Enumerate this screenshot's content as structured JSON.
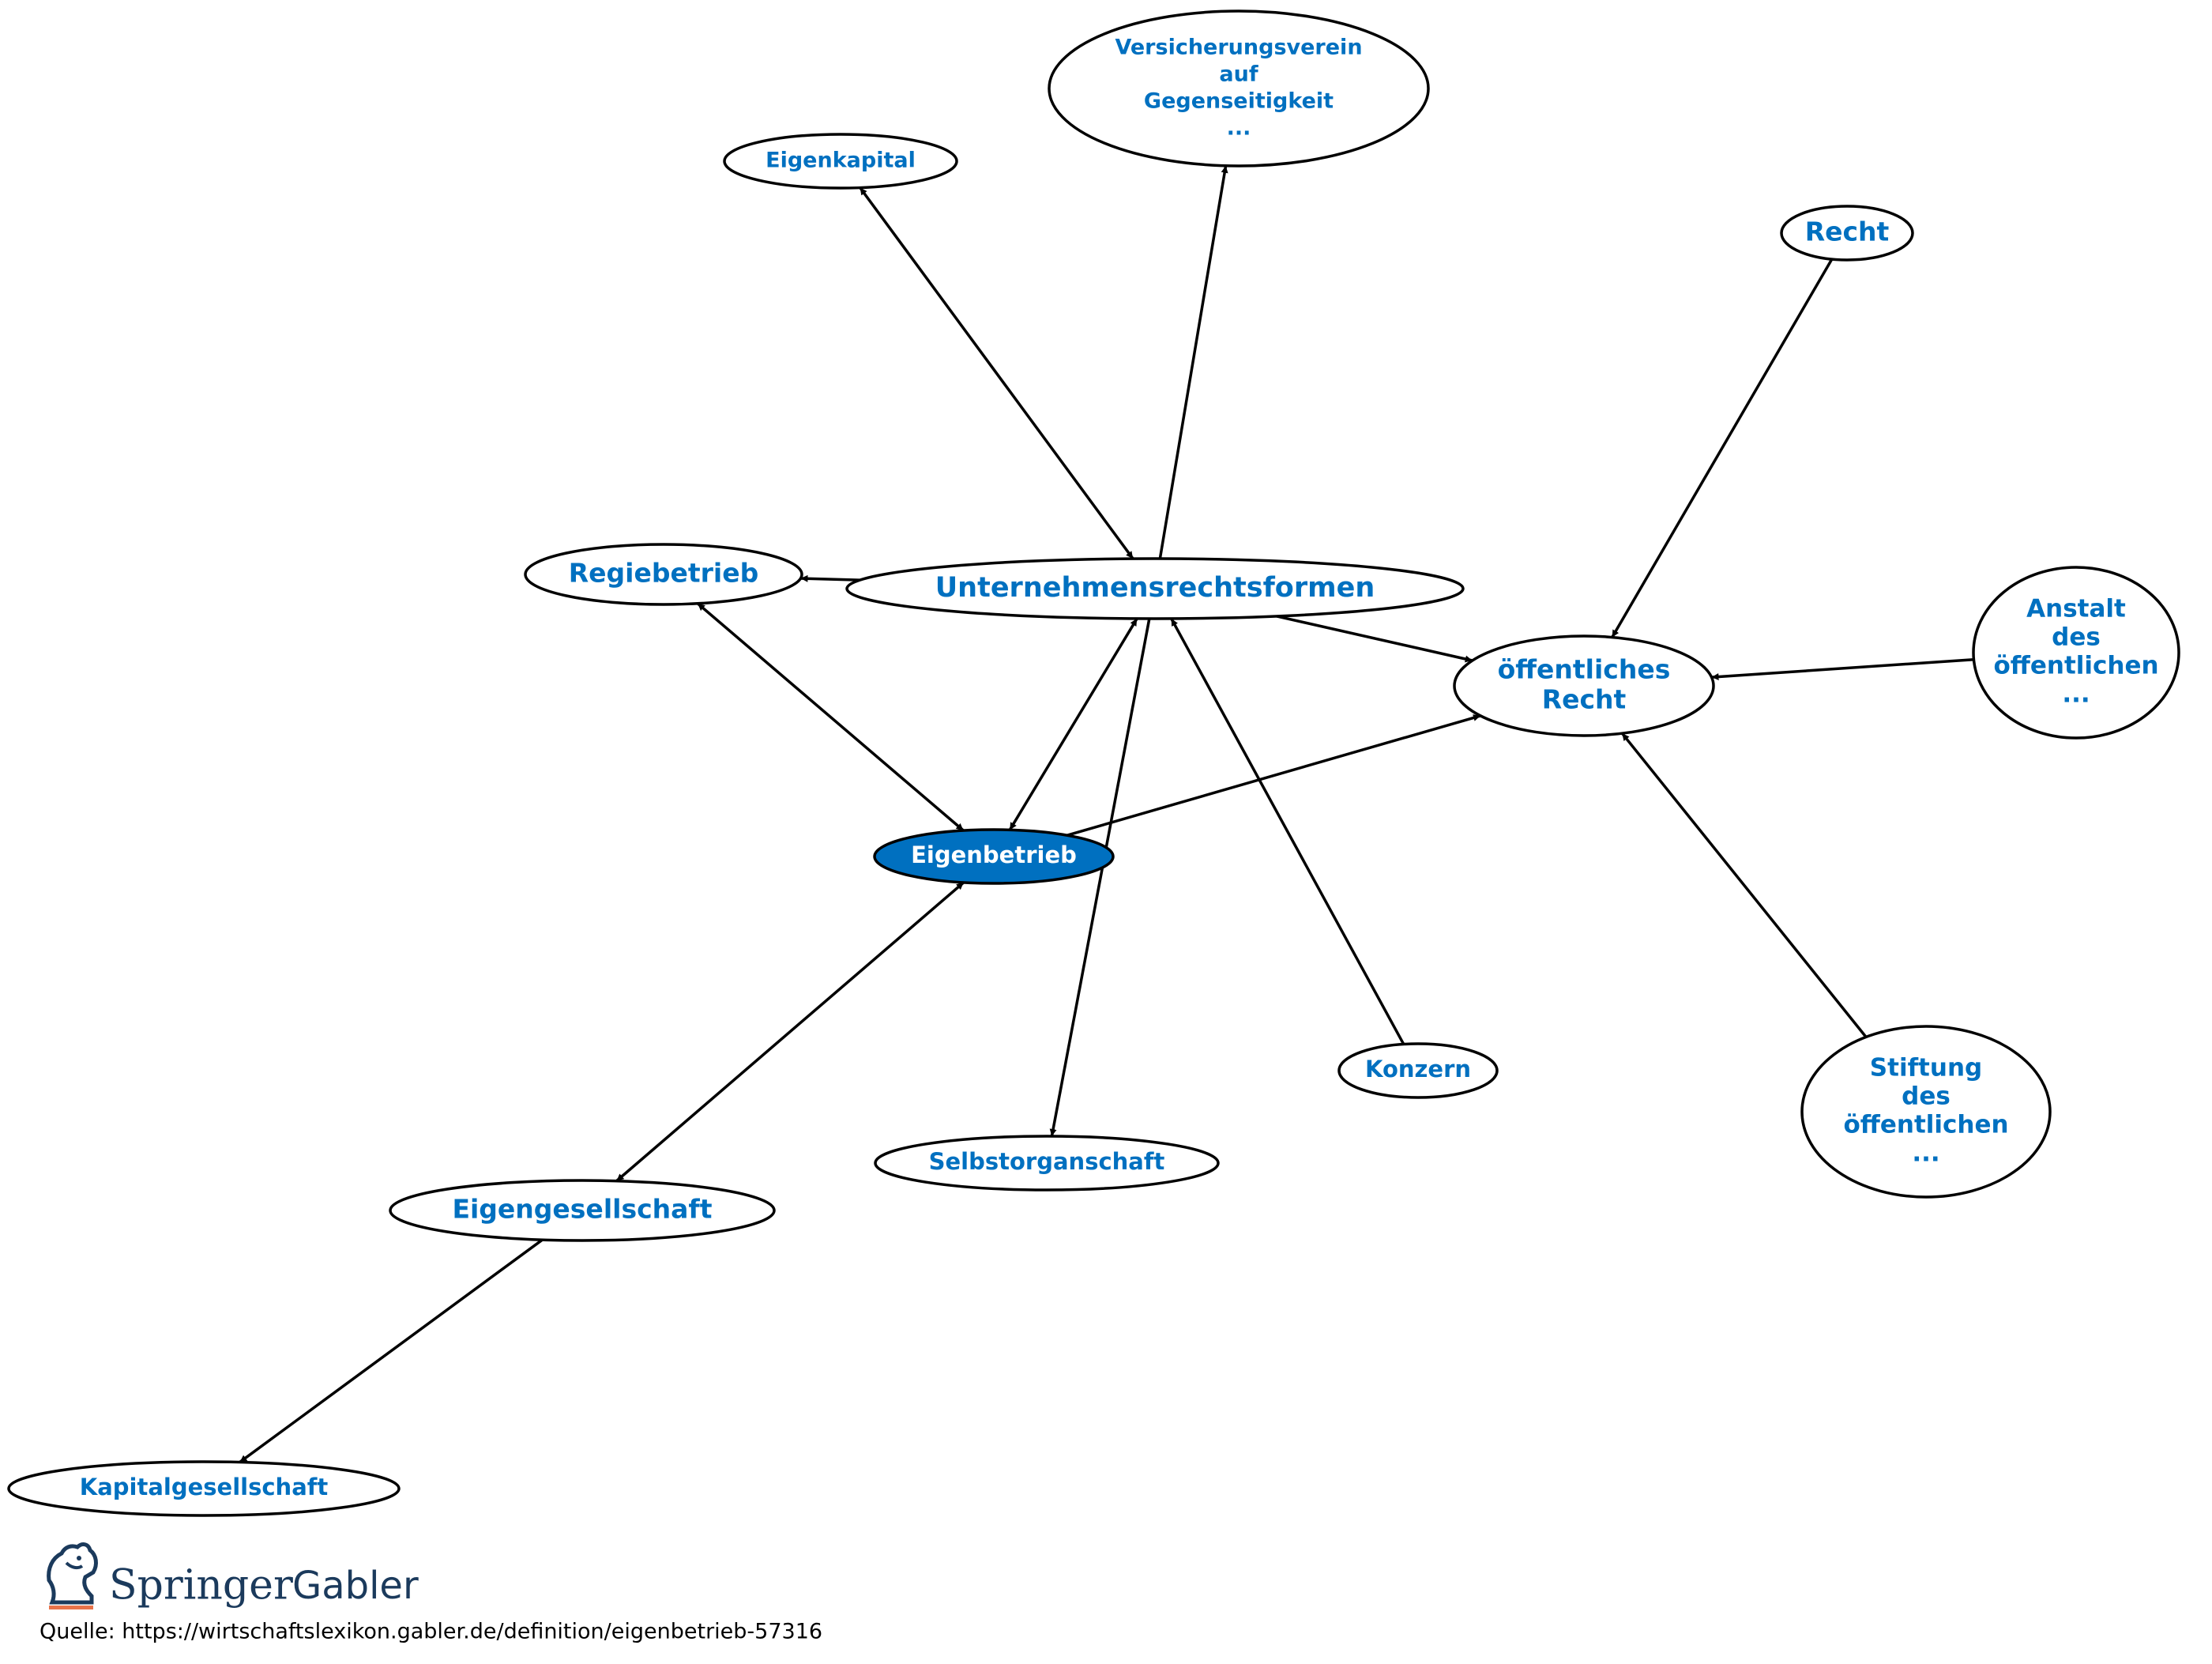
{
  "nodes": [
    {
      "id": "versicherungsverein",
      "lines": [
        "Versicherungsverein",
        "auf",
        "Gegenseitigkeit",
        "..."
      ],
      "focus": false
    },
    {
      "id": "eigenkapital",
      "lines": [
        "Eigenkapital"
      ],
      "focus": false
    },
    {
      "id": "recht",
      "lines": [
        "Recht"
      ],
      "focus": false
    },
    {
      "id": "regiebetrieb",
      "lines": [
        "Regiebetrieb"
      ],
      "focus": false
    },
    {
      "id": "unternehmensrechtsformen",
      "lines": [
        "Unternehmensrechtsformen"
      ],
      "focus": false
    },
    {
      "id": "anstalt",
      "lines": [
        "Anstalt",
        "des",
        "öffentlichen",
        "..."
      ],
      "focus": false
    },
    {
      "id": "oeffentliches-recht",
      "lines": [
        "öffentliches",
        "Recht"
      ],
      "focus": false
    },
    {
      "id": "eigenbetrieb",
      "lines": [
        "Eigenbetrieb"
      ],
      "focus": true
    },
    {
      "id": "konzern",
      "lines": [
        "Konzern"
      ],
      "focus": false
    },
    {
      "id": "stiftung",
      "lines": [
        "Stiftung",
        "des",
        "öffentlichen",
        "..."
      ],
      "focus": false
    },
    {
      "id": "selbstorganschaft",
      "lines": [
        "Selbstorganschaft"
      ],
      "focus": false
    },
    {
      "id": "eigengesellschaft",
      "lines": [
        "Eigengesellschaft"
      ],
      "focus": false
    },
    {
      "id": "kapitalgesellschaft",
      "lines": [
        "Kapitalgesellschaft"
      ],
      "focus": false
    }
  ],
  "edges": [
    {
      "from": "unternehmensrechtsformen",
      "to": "eigenkapital",
      "direction": "both"
    },
    {
      "from": "unternehmensrechtsformen",
      "to": "versicherungsverein",
      "direction": "forward"
    },
    {
      "from": "unternehmensrechtsformen",
      "to": "regiebetrieb",
      "direction": "forward"
    },
    {
      "from": "unternehmensrechtsformen",
      "to": "oeffentliches-recht",
      "direction": "forward"
    },
    {
      "from": "unternehmensrechtsformen",
      "to": "selbstorganschaft",
      "direction": "forward"
    },
    {
      "from": "eigenbetrieb",
      "to": "unternehmensrechtsformen",
      "direction": "both"
    },
    {
      "from": "eigenbetrieb",
      "to": "regiebetrieb",
      "direction": "both"
    },
    {
      "from": "eigenbetrieb",
      "to": "oeffentliches-recht",
      "direction": "forward"
    },
    {
      "from": "eigenbetrieb",
      "to": "eigengesellschaft",
      "direction": "both"
    },
    {
      "from": "recht",
      "to": "oeffentliches-recht",
      "direction": "forward"
    },
    {
      "from": "anstalt",
      "to": "oeffentliches-recht",
      "direction": "forward"
    },
    {
      "from": "stiftung",
      "to": "oeffentliches-recht",
      "direction": "forward"
    },
    {
      "from": "konzern",
      "to": "unternehmensrechtsformen",
      "direction": "forward"
    },
    {
      "from": "eigengesellschaft",
      "to": "kapitalgesellschaft",
      "direction": "forward"
    }
  ],
  "logo": {
    "springer": "Springer",
    "gabler": "Gabler"
  },
  "source": "Quelle: https://wirtschaftslexikon.gabler.de/definition/eigenbetrieb-57316",
  "colors": {
    "label": "#0070c0",
    "focus_fill": "#0070c0",
    "focus_text": "#ffffff",
    "logo": "#1b3a5c",
    "logo_underline": "#e8734a"
  }
}
